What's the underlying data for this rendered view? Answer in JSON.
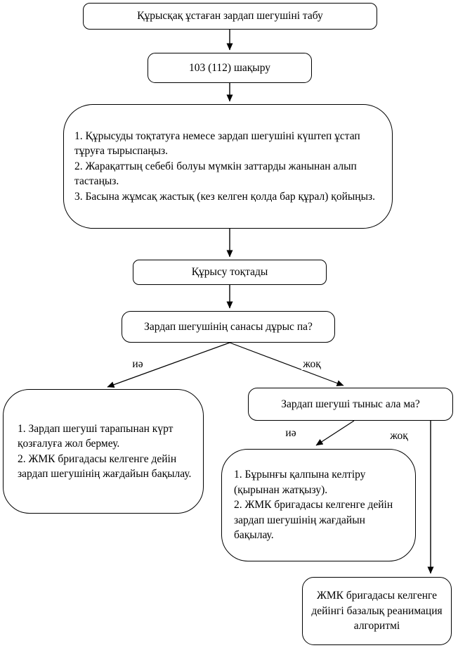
{
  "diagram": {
    "title": "Seizure first aid flowchart (Kazakh)",
    "background_color": "#ffffff",
    "line_color": "#000000",
    "nodes": {
      "find_victim": {
        "label": "Құрысқақ ұстаған зардап шегушіні табу"
      },
      "call_emergency": {
        "label": "103 (112) шақыру"
      },
      "first_aid_instructions": {
        "label": "1. Құрысуды тоқтатуға немесе зардап шегушіні күштеп ұстап тұруға тырыспаңыз.\n2. Жарақаттың себебі болуы мүмкін заттарды жанынан алып тастаңыз.\n3. Басына жұмсақ жастық (кез келген қолда бар құрал) қойыңыз."
      },
      "seizure_stopped": {
        "label": "Құрысу тоқтады"
      },
      "consciousness_question": {
        "label": "Зардап шегушінің санасы дұрыс па?"
      },
      "conscious_care": {
        "label": "1. Зардап шегуші тарапынан күрт қозғалуға жол бермеу.\n2. ЖМК бригадасы келгенге дейін зардап шегушінің жағдайын бақылау."
      },
      "breathing_question": {
        "label": "Зардап шегуші тыныс ала ма?"
      },
      "recovery_position": {
        "label": "1. Бұрынғы қалпына келтіру (қырынан жатқызу).\n2. ЖМК бригадасы келгенге дейін зардап шегушінің жағдайын бақылау."
      },
      "reanimation_algorithm": {
        "label": "ЖМК бригадасы келгенге дейінгі базалық реанимация алгоритмі"
      }
    },
    "edge_labels": {
      "consciousness_yes": "иә",
      "consciousness_no": "жоқ",
      "breathing_yes": "иә",
      "breathing_no": "жоқ"
    }
  }
}
